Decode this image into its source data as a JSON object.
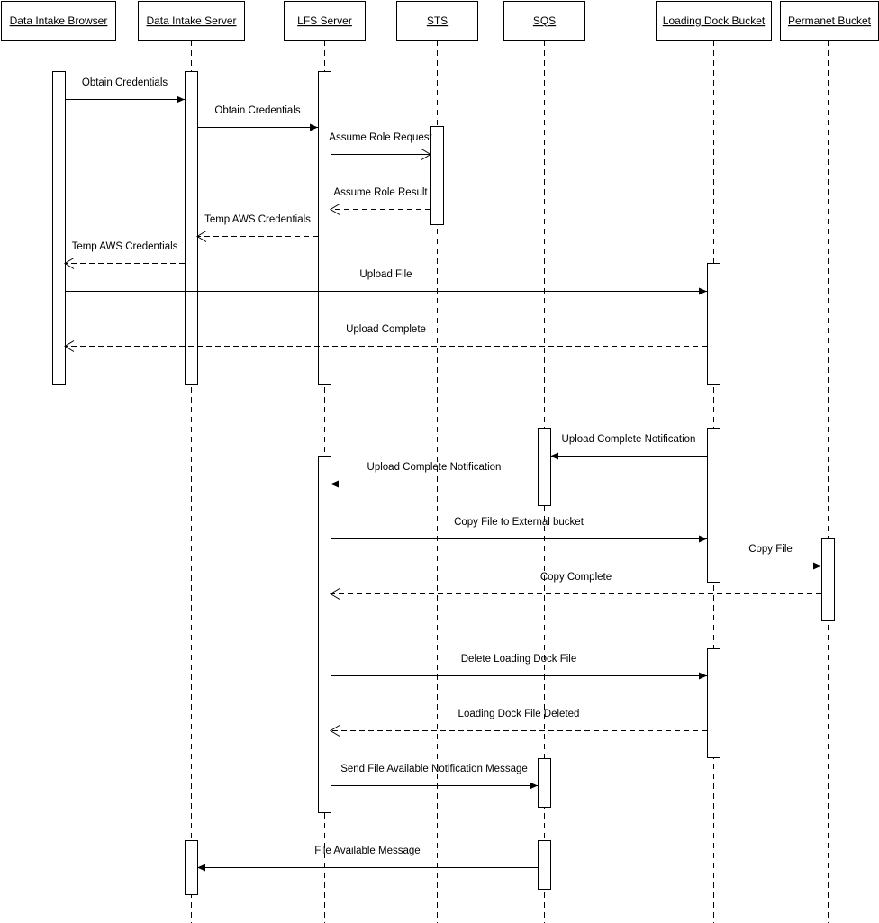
{
  "actors": [
    {
      "id": "browser",
      "label": "Data Intake Browser"
    },
    {
      "id": "dis",
      "label": "Data Intake Server"
    },
    {
      "id": "lfs",
      "label": "LFS Server"
    },
    {
      "id": "sts",
      "label": "STS"
    },
    {
      "id": "sqs",
      "label": "SQS"
    },
    {
      "id": "ldb",
      "label": "Loading Dock Bucket"
    },
    {
      "id": "pb",
      "label": "Permanet Bucket"
    }
  ],
  "messages": [
    {
      "id": "m1",
      "from": "browser",
      "to": "dis",
      "label": "Obtain Credentials",
      "style": "sync"
    },
    {
      "id": "m2",
      "from": "dis",
      "to": "lfs",
      "label": "Obtain Credentials",
      "style": "sync"
    },
    {
      "id": "m3",
      "from": "lfs",
      "to": "sts",
      "label": "Assume Role Request",
      "style": "async"
    },
    {
      "id": "m4",
      "from": "sts",
      "to": "lfs",
      "label": "Assume Role Result",
      "style": "return"
    },
    {
      "id": "m5",
      "from": "lfs",
      "to": "dis",
      "label": "Temp AWS Credentials",
      "style": "return"
    },
    {
      "id": "m6",
      "from": "dis",
      "to": "browser",
      "label": "Temp AWS Credentials",
      "style": "return"
    },
    {
      "id": "m7",
      "from": "browser",
      "to": "ldb",
      "label": "Upload File",
      "style": "sync"
    },
    {
      "id": "m8",
      "from": "ldb",
      "to": "browser",
      "label": "Upload Complete",
      "style": "return"
    },
    {
      "id": "m9",
      "from": "ldb",
      "to": "sqs",
      "label": "Upload Complete Notification",
      "style": "sync"
    },
    {
      "id": "m10",
      "from": "sqs",
      "to": "lfs",
      "label": "Upload Complete Notification",
      "style": "sync"
    },
    {
      "id": "m11",
      "from": "lfs",
      "to": "ldb",
      "label": "Copy File to External bucket",
      "style": "sync"
    },
    {
      "id": "m12",
      "from": "ldb",
      "to": "pb",
      "label": "Copy File",
      "style": "sync"
    },
    {
      "id": "m13",
      "from": "pb",
      "to": "lfs",
      "label": "Copy Complete",
      "style": "return"
    },
    {
      "id": "m14",
      "from": "lfs",
      "to": "ldb",
      "label": "Delete Loading Dock File",
      "style": "sync"
    },
    {
      "id": "m15",
      "from": "ldb",
      "to": "lfs",
      "label": "Loading Dock File Deleted",
      "style": "return"
    },
    {
      "id": "m16",
      "from": "lfs",
      "to": "sqs",
      "label": "Send File Available Notification Message",
      "style": "sync"
    },
    {
      "id": "m17",
      "from": "sqs",
      "to": "dis",
      "label": "File Available Message",
      "style": "sync"
    }
  ]
}
